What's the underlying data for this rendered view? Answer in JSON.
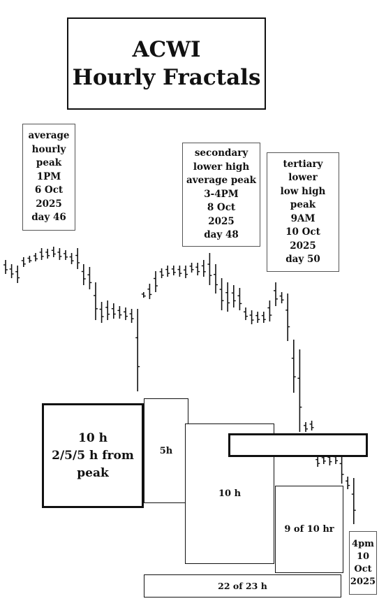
{
  "title": {
    "line1": "ACWI",
    "line2": "Hourly Fractals"
  },
  "annotations": {
    "avg_peak": [
      "average",
      "hourly",
      "peak",
      "1PM",
      "6 Oct",
      "2025",
      "day 46"
    ],
    "secondary": [
      "secondary",
      "lower high",
      "average peak",
      "3-4PM",
      "8 Oct",
      "2025",
      "day 48"
    ],
    "tertiary": [
      "tertiary",
      "lower",
      "low high",
      "peak",
      "9AM",
      "10 Oct",
      "2025",
      "day 50"
    ],
    "end": [
      "4pm",
      "10",
      "Oct",
      "2025"
    ]
  },
  "cycle_boxes": {
    "big_line1": "10 h",
    "big_line2": "2/5/5 h from",
    "big_line3": "peak",
    "five": "5h",
    "ten": "10 h",
    "nine_of_ten": "9 of 10 hr",
    "twentytwo": "22 of 23  h"
  },
  "chart_data": {
    "type": "ohlc",
    "title": "ACWI Hourly Fractals",
    "bar_interval": "1 hour",
    "axes": "none printed",
    "bars_high_low": [
      [
        372,
        392
      ],
      [
        378,
        398
      ],
      [
        380,
        405
      ],
      [
        368,
        382
      ],
      [
        366,
        376
      ],
      [
        362,
        374
      ],
      [
        355,
        372
      ],
      [
        356,
        370
      ],
      [
        353,
        368
      ],
      [
        355,
        372
      ],
      [
        358,
        372
      ],
      [
        362,
        378
      ],
      [
        355,
        385
      ],
      [
        378,
        408
      ],
      [
        382,
        414
      ],
      [
        404,
        458
      ],
      [
        432,
        462
      ],
      [
        430,
        458
      ],
      [
        434,
        456
      ],
      [
        438,
        456
      ],
      [
        440,
        458
      ],
      [
        442,
        462
      ],
      [
        442,
        560
      ],
      [
        418,
        426
      ],
      [
        406,
        428
      ],
      [
        388,
        418
      ],
      [
        384,
        398
      ],
      [
        380,
        396
      ],
      [
        380,
        394
      ],
      [
        380,
        396
      ],
      [
        380,
        398
      ],
      [
        376,
        390
      ],
      [
        376,
        394
      ],
      [
        372,
        396
      ],
      [
        362,
        408
      ],
      [
        378,
        420
      ],
      [
        398,
        444
      ],
      [
        404,
        446
      ],
      [
        408,
        440
      ],
      [
        412,
        444
      ],
      [
        440,
        458
      ],
      [
        444,
        464
      ],
      [
        446,
        462
      ],
      [
        446,
        462
      ],
      [
        430,
        460
      ],
      [
        404,
        438
      ],
      [
        418,
        434
      ],
      [
        420,
        488
      ],
      [
        486,
        562
      ],
      [
        500,
        618
      ],
      [
        604,
        618
      ],
      [
        602,
        616
      ],
      [
        652,
        668
      ],
      [
        650,
        664
      ],
      [
        648,
        666
      ],
      [
        648,
        664
      ],
      [
        648,
        692
      ],
      [
        682,
        700
      ],
      [
        684,
        750
      ]
    ]
  }
}
